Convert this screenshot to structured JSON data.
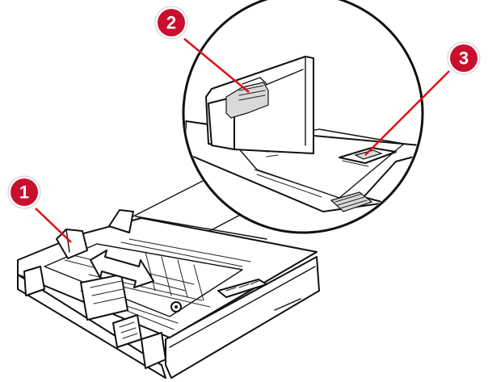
{
  "callouts": [
    {
      "id": "1",
      "label": "1"
    },
    {
      "id": "2",
      "label": "2"
    },
    {
      "id": "3",
      "label": "3"
    }
  ],
  "colors": {
    "callout_fill": "#c8102e",
    "callout_ring": "#ffffff",
    "leader_line": "#e01010",
    "line_art": "#111111"
  },
  "icons": {
    "arrow": "double-headed-arrow-icon"
  }
}
